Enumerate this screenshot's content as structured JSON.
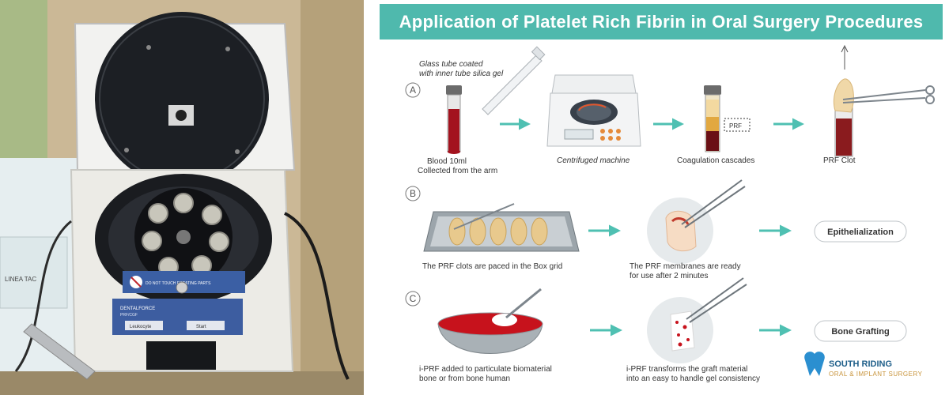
{
  "photo": {
    "panel_label": "DENTALFORCE",
    "panel_sublabel": "PRF/CGF",
    "button_left": "Leukocyte",
    "button_right": "Start",
    "warning_text": "DO NOT TOUCH ROTATING PARTS",
    "side_label": "LINEA TAC"
  },
  "infographic": {
    "title": "Application of Platelet Rich Fibrin in Oral Surgery Procedures",
    "colors": {
      "accent": "#4fb9ad",
      "arrow": "#4fc0b2",
      "blood": "#a3121e"
    },
    "row_a": {
      "letter": "A",
      "tube_note_line1": "Glass tube coated",
      "tube_note_line2": "with inner tube silica gel",
      "blood_line1": "Blood 10ml",
      "blood_line2": "Collected from the arm",
      "machine": "Centrifuged machine",
      "cascade": "Coagulation cascades",
      "prf_label": "PRF",
      "clot": "PRF Clot"
    },
    "row_b": {
      "letter": "B",
      "grid_caption": "The PRF clots are paced in the Box grid",
      "membrane_line1": "The PRF membranes are ready",
      "membrane_line2": "for use after 2 minutes",
      "result": "Epithelialization"
    },
    "row_c": {
      "letter": "C",
      "mix_line1": "i-PRF added to particulate biomaterial",
      "mix_line2": "bone or from bone human",
      "transform_line1": "i-PRF transforms the graft material",
      "transform_line2": "into an easy to handle gel consistency",
      "result": "Bone Grafting"
    },
    "logo": {
      "line1": "SOUTH RIDING",
      "line2": "ORAL & IMPLANT SURGERY"
    }
  }
}
